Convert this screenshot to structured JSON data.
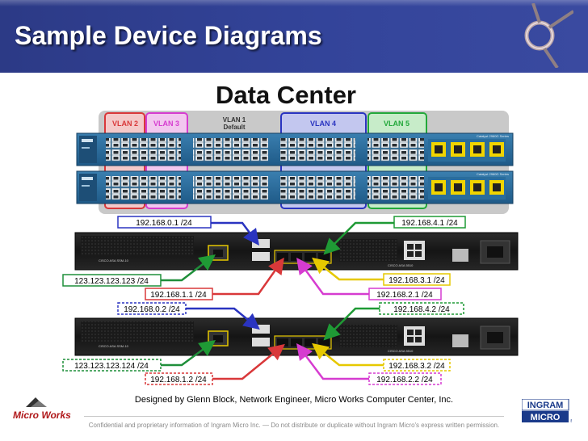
{
  "slide": {
    "title": "Sample Device Diagrams",
    "designed_by": "Designed by Glenn Block, Network Engineer, Micro Works Computer Center, Inc.",
    "confidential": "Confidential and proprietary information of Ingram Micro Inc. — Do not distribute or duplicate without Ingram Micro's express written permission."
  },
  "diagram": {
    "heading": "Data Center",
    "vlans": {
      "v2": "VLAN 2",
      "v3": "VLAN 3",
      "v1_line1": "VLAN 1",
      "v1_line2": "Default",
      "v4": "VLAN 4",
      "v5": "VLAN 5"
    },
    "switch_model": "Catalyst 2960G Series",
    "asa_module_label": "CISCO ASA SSM-10",
    "asa_model_label": "CISCO ASA 5510",
    "labels": {
      "top_blue": "192.168.0.1 /24",
      "top_green": "192.168.4.1 /24",
      "top_outside": "123.123.123.123 /24",
      "top_yellow": "192.168.3.1 /24",
      "top_red": "192.168.1.1 /24",
      "top_magenta": "192.168.2.1 /24",
      "bot_blue": "192.168.0.2 /24",
      "bot_green": "192.168.4.2 /24",
      "bot_outside": "123.123.123.124 /24",
      "bot_yellow": "192.168.3.2 /24",
      "bot_red": "192.168.1.2 /24",
      "bot_magenta": "192.168.2.2 /24"
    }
  },
  "logos": {
    "micro_works": "Micro Works",
    "ingram_line1": "INGRAM",
    "ingram_line2": "MICRO",
    "ingram_reg": "®"
  },
  "colors": {
    "header_blue": "#33449a",
    "vlan2_red": "#d9383a",
    "vlan3_magenta": "#d63cd0",
    "vlan4_blue": "#2a34c0",
    "vlan5_green": "#22a83a",
    "outside_green": "#1f8f3a",
    "yellow": "#e6c800"
  }
}
